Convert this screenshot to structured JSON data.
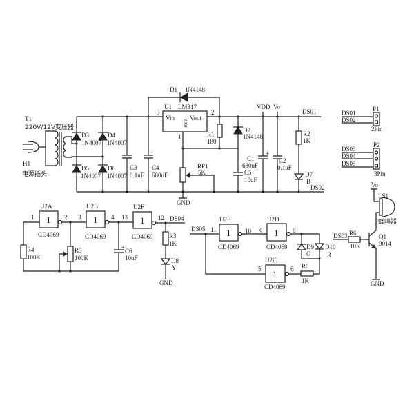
{
  "power": {
    "t1": "T1",
    "t1_desc": "220V/12V变压器",
    "h1": "H1",
    "h1_desc": "电源插头",
    "d3": "D3",
    "d4": "D4",
    "d5": "D5",
    "d6": "D6",
    "d3v": "1N4007",
    "d4v": "1N4007",
    "d5v": "1N4007",
    "d6v": "1N4007",
    "c3": "C3",
    "c3v": "0.1uF",
    "c4": "C4",
    "c4v": "680uF",
    "d1": "D1",
    "d1v": "1N4148",
    "u1": "U1",
    "u1v": "LM317",
    "vin": "Vin",
    "vout": "Vout",
    "adj": "ADJ",
    "pin3": "3",
    "pin2": "2",
    "pin1": "1",
    "r1": "R1",
    "r1v": "180",
    "rp1": "RP1",
    "rp1v": "5K",
    "gnd": "GND",
    "d2": "D2",
    "d2v": "1N4148",
    "c5": "C5",
    "c5v": "10uF",
    "vdd": "VDD",
    "vo": "Vo",
    "c1": "C1",
    "c1v": "680uF",
    "c2": "C2",
    "c2v": "0.1uF",
    "r2": "R2",
    "r2v": "1K",
    "d7": "D7",
    "d7v": "B",
    "ds01": "DS01",
    "ds02": "DS02"
  },
  "connectors": {
    "p1": "P1",
    "p1_type": "2Pin",
    "p1_pins": [
      "DS01",
      "DS02"
    ],
    "p2": "P2",
    "p2_type": "3Pin",
    "p2_pins": [
      "DS03",
      "DS04",
      "DS05"
    ]
  },
  "oscillator": {
    "u2a": "U2A",
    "u2b": "U2B",
    "u2f": "U2F",
    "chip": "CD4069",
    "gate": "1",
    "pins": [
      "1",
      "2",
      "3",
      "4",
      "13",
      "12"
    ],
    "r4": "R4",
    "r4v": "100K",
    "r5": "R5",
    "r5v": "100K",
    "c6": "C6",
    "c6v": "10uF",
    "ds04": "DS04",
    "r3": "R3",
    "r3v": "1K",
    "d8": "D8",
    "d8v": "Y",
    "gnd": "GND"
  },
  "indicator": {
    "ds05": "DS05",
    "u2e": "U2E",
    "u2d": "U2D",
    "u2c": "U2C",
    "chip": "CD4069",
    "gate": "1",
    "pins": [
      "11",
      "10",
      "9",
      "8",
      "5",
      "6"
    ],
    "d9": "D9",
    "d9v": "G",
    "d10": "D10",
    "d10v": "R",
    "r0": "R0",
    "r0v": "1K"
  },
  "buzzer": {
    "vo": "Vo",
    "ls1": "LS1",
    "ls1_desc": "蜂鸣器",
    "ds03": "DS03",
    "r6": "R6",
    "r6v": "10K",
    "q1": "Q1",
    "q1v": "9014",
    "gnd": "GND"
  }
}
